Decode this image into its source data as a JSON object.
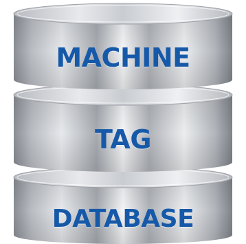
{
  "layers": [
    {
      "label": "MACHINE"
    },
    {
      "label": "TAG"
    },
    {
      "label": "DATABASE"
    }
  ],
  "colors": {
    "label": "#1659a8",
    "metal_light": "#f4f5f7",
    "metal_mid": "#c3c6cb",
    "metal_dark": "#7e838a",
    "top_face": "#d9dbdf"
  }
}
